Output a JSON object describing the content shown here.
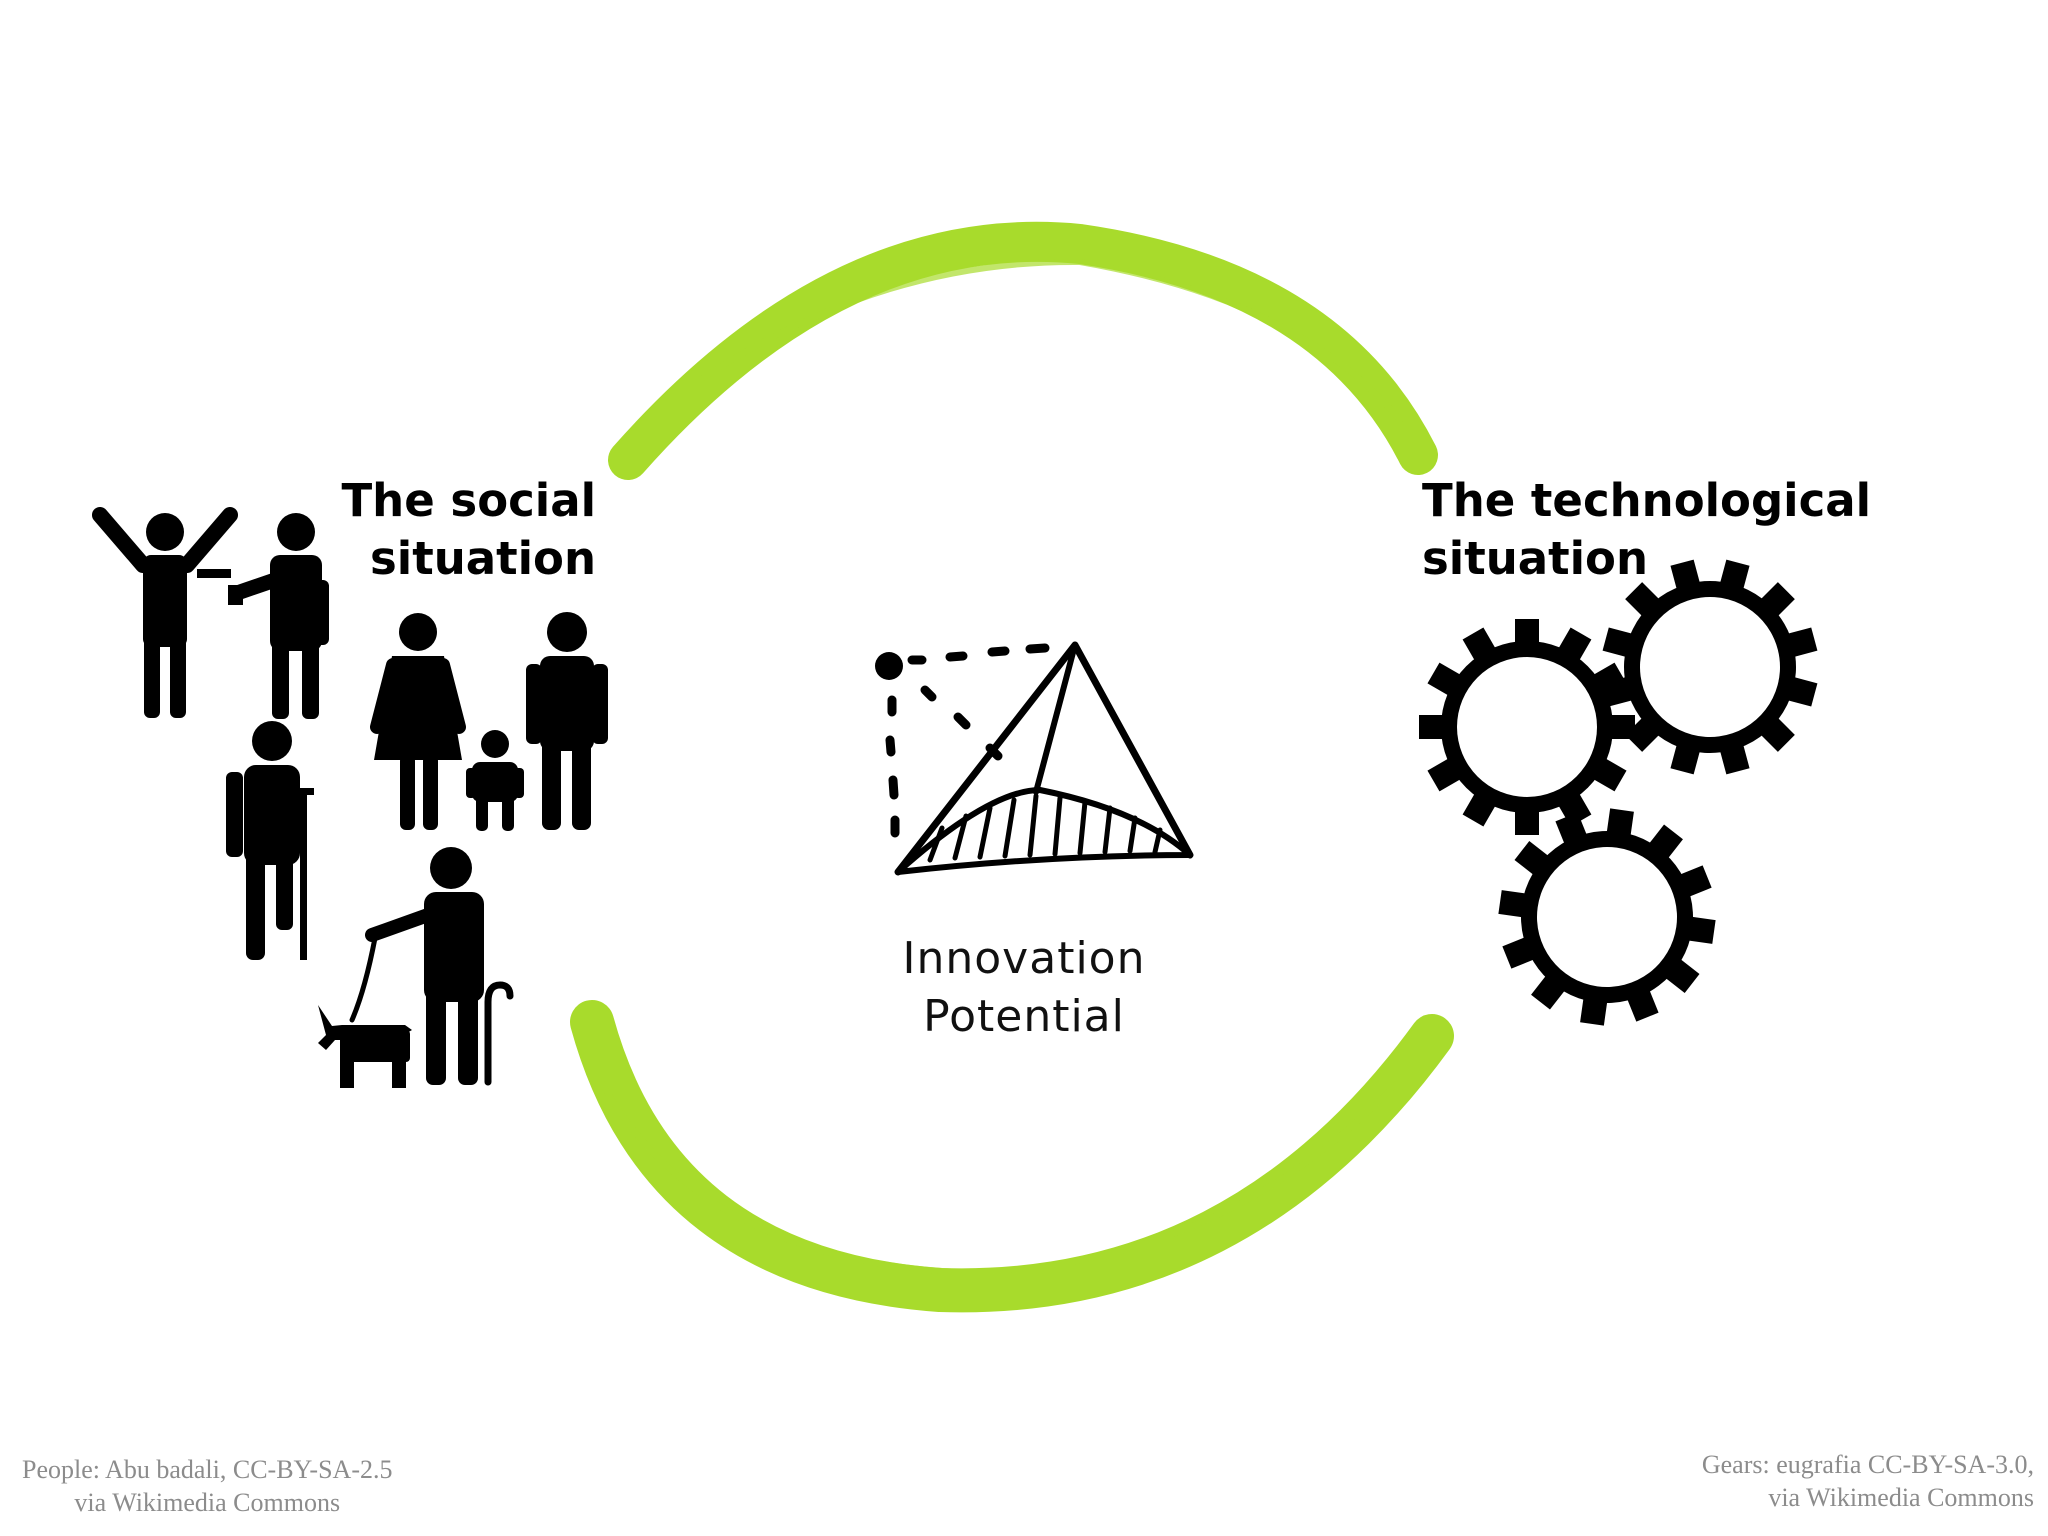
{
  "social": {
    "line1": "The social",
    "line2": "situation",
    "icon": "people-icon"
  },
  "technological": {
    "line1": "The technological",
    "line2": "situation",
    "icon": "gears-icon"
  },
  "center": {
    "line1": "Innovation",
    "line2": "Potential",
    "icon": "sketched-triangle-icon"
  },
  "credits": {
    "left_line1": "People: Abu badali, CC-BY-SA-2.5",
    "left_line2": "via Wikimedia Commons",
    "right_line1": "Gears: eugrafia CC-BY-SA-3.0,",
    "right_line2": "via Wikimedia Commons"
  },
  "colors": {
    "accent_green": "#A8DB2C",
    "ink": "#000000",
    "credit_gray": "#8C8C8C"
  }
}
